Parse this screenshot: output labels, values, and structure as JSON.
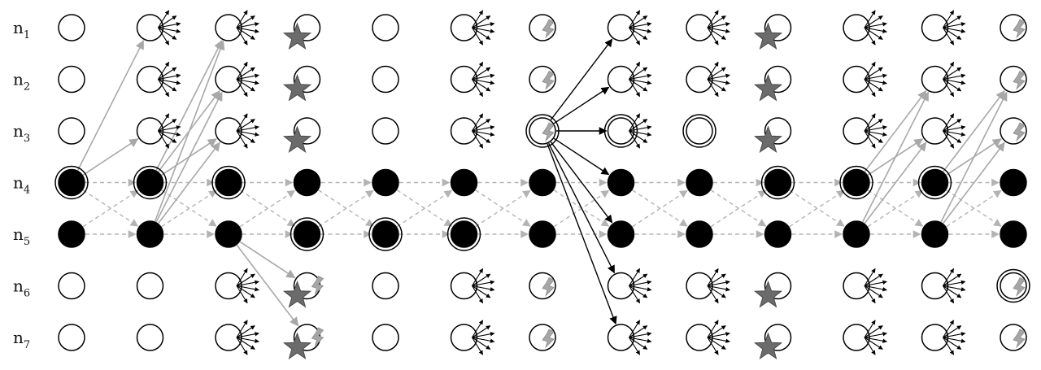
{
  "rows": [
    {
      "label": "n",
      "sub": "1"
    },
    {
      "label": "n",
      "sub": "2"
    },
    {
      "label": "n",
      "sub": "3"
    },
    {
      "label": "n",
      "sub": "4"
    },
    {
      "label": "n",
      "sub": "5"
    },
    {
      "label": "n",
      "sub": "6"
    },
    {
      "label": "n",
      "sub": "7"
    }
  ],
  "legend_of_marks": {
    "E": "empty-node",
    "S": "node-with-spray",
    "T": "star-node",
    "L": "lightning-node",
    "TL": "star-lightning-node",
    "LD": "double-ring-lightning-node",
    "SD": "double-ring-node-with-spray",
    "D": "double-ring-node",
    "B": "black-node",
    "BD": "double-ring-black-node"
  },
  "grid": [
    [
      "E",
      "S",
      "S",
      "T",
      "E",
      "S",
      "L",
      "S",
      "S",
      "T",
      "S",
      "S",
      "L"
    ],
    [
      "E",
      "S",
      "S",
      "T",
      "E",
      "S",
      "L",
      "S",
      "S",
      "T",
      "S",
      "S",
      "L"
    ],
    [
      "E",
      "S",
      "S",
      "T",
      "E",
      "S",
      "LD",
      "SD",
      "D",
      "T",
      "S",
      "S",
      "L"
    ],
    [
      "BD",
      "BD",
      "BD",
      "B",
      "B",
      "B",
      "B",
      "B",
      "B",
      "BD",
      "BD",
      "BD",
      "B"
    ],
    [
      "B",
      "B",
      "B",
      "BD",
      "BD",
      "BD",
      "B",
      "B",
      "B",
      "B",
      "B",
      "B",
      "B"
    ],
    [
      "E",
      "E",
      "S",
      "TL",
      "E",
      "S",
      "L",
      "S",
      "S",
      "T",
      "S",
      "S",
      "LD"
    ],
    [
      "E",
      "E",
      "S",
      "TL",
      "E",
      "S",
      "L",
      "S",
      "S",
      "T",
      "S",
      "S",
      "L"
    ]
  ],
  "edges": {
    "grey": [
      [
        0,
        3,
        1,
        0
      ],
      [
        0,
        3,
        1,
        2
      ],
      [
        1,
        4,
        2,
        0
      ],
      [
        1,
        4,
        2,
        1
      ],
      [
        1,
        4,
        2,
        2
      ],
      [
        1,
        3,
        2,
        0
      ],
      [
        1,
        3,
        2,
        1
      ],
      [
        1,
        3,
        2,
        2
      ],
      [
        2,
        4,
        3,
        5
      ],
      [
        2,
        4,
        3,
        6
      ],
      [
        10,
        4,
        11,
        1
      ],
      [
        10,
        4,
        11,
        2
      ],
      [
        10,
        3,
        11,
        1
      ],
      [
        10,
        3,
        11,
        2
      ],
      [
        11,
        4,
        12,
        1
      ],
      [
        11,
        4,
        12,
        2
      ],
      [
        11,
        3,
        12,
        1
      ],
      [
        11,
        3,
        12,
        2
      ]
    ],
    "black": [
      [
        6,
        2,
        7,
        0
      ],
      [
        6,
        2,
        7,
        1
      ],
      [
        6,
        2,
        7,
        2
      ],
      [
        6,
        2,
        7,
        3
      ],
      [
        6,
        2,
        7,
        4
      ],
      [
        6,
        2,
        7,
        5
      ],
      [
        6,
        2,
        7,
        6
      ]
    ]
  },
  "colors": {
    "black_node": "#000000",
    "star": "#6b6b6b",
    "lightning": "#a6a6a6",
    "grey_edge": "#a8a8a8",
    "dashed_edge": "#b3b3b3",
    "black_edge": "#000000"
  }
}
